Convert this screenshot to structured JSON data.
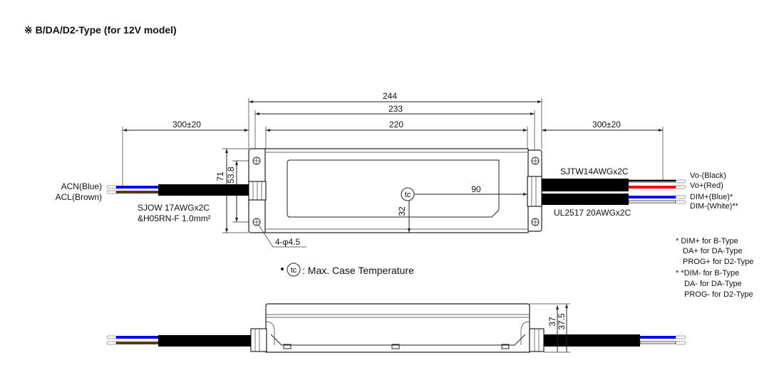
{
  "title": "※  B/DA/D2-Type (for 12V model)",
  "dimensions": {
    "overall_length": "244",
    "hole_pitch": "233",
    "body_length": "220",
    "input_cable_length": "300±20",
    "output_cable_length": "300±20",
    "width": "71",
    "hole_spacing": "53.8",
    "tc_x": "90",
    "tc_y": "32",
    "holes": "4-φ4.5",
    "height": "37",
    "height_total": "37.5"
  },
  "input": {
    "wire1": "ACN(Blue)",
    "wire2": "ACL(Brown)",
    "cable_line1": "SJOW 17AWGx2C",
    "cable_line2": "&H05RN-F 1.0mm²"
  },
  "output": {
    "cable_top": "SJTW14AWGx2C",
    "cable_bottom": "UL2517 20AWGx2C",
    "wires": [
      "Vo-(Black)",
      "Vo+(Red)",
      "DIM+(Blue)*",
      "DIM-(White)**"
    ]
  },
  "tc_symbol": "tc",
  "tc_legend": ": Max. Case Temperature",
  "notes": [
    "* DIM+ for B-Type",
    "DA+ for DA-Type",
    "PROG+ for D2-Type",
    "* *DIM- for B-Type",
    "DA- for DA-Type",
    "PROG- for D2-Type"
  ],
  "colors": {
    "blue": "#0000ff",
    "brown": "#5a3a1e",
    "red": "#ff0000",
    "black": "#000000"
  }
}
